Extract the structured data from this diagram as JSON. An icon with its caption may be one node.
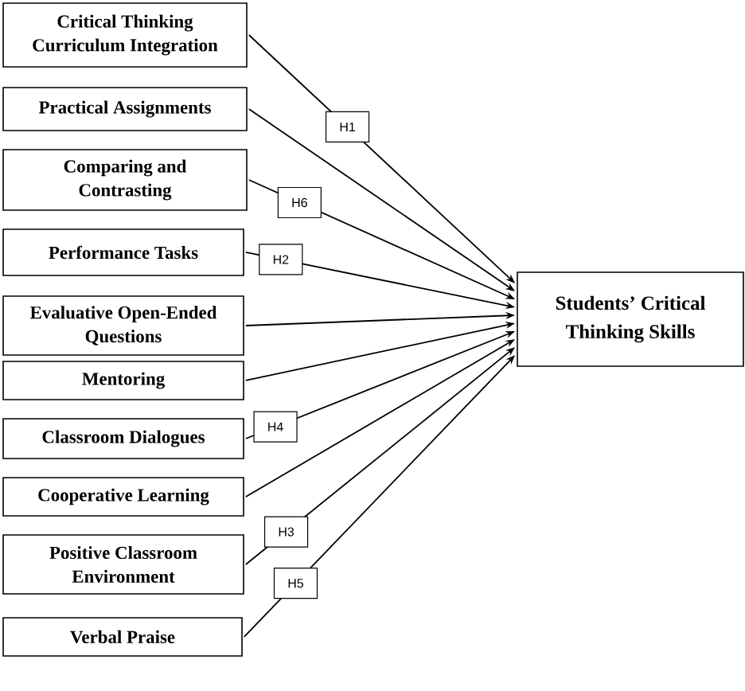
{
  "diagram": {
    "nodes": [
      {
        "text": [
          "Critical Thinking Curriculum Integration"
        ]
      },
      {
        "text": [
          "Practical Assignments"
        ]
      },
      {
        "text": [
          "Comparing and Contrasting"
        ]
      },
      {
        "text": [
          "Performance Tasks"
        ]
      },
      {
        "text": [
          "Evaluative Open-Ended Questions"
        ]
      },
      {
        "text": [
          "Mentoring"
        ]
      },
      {
        "text": [
          "Classroom Dialogues"
        ]
      },
      {
        "text": [
          "Cooperative Learning"
        ]
      },
      {
        "text": [
          "Positive Classroom Environment"
        ]
      },
      {
        "text": [
          "Verbal Praise"
        ]
      },
      {
        "text": [
          "Students’ Critical Thinking Skills"
        ]
      }
    ],
    "edges": [
      {
        "from": 0,
        "to": 10,
        "arrow": "to",
        "label": "H1"
      },
      {
        "from": 1,
        "to": 10,
        "arrow": "to"
      },
      {
        "from": 2,
        "to": 10,
        "arrow": "to",
        "label": "H6"
      },
      {
        "from": 3,
        "to": 10,
        "arrow": "to",
        "label": "H2"
      },
      {
        "from": 4,
        "to": 10,
        "arrow": "to"
      },
      {
        "from": 5,
        "to": 10,
        "arrow": "to"
      },
      {
        "from": 6,
        "to": 10,
        "arrow": "to",
        "label": "H4"
      },
      {
        "from": 7,
        "to": 10,
        "arrow": "to"
      },
      {
        "from": 8,
        "to": 10,
        "arrow": "to",
        "label": "H3"
      },
      {
        "from": 9,
        "to": 10,
        "arrow": "to",
        "label": "H5"
      }
    ]
  }
}
